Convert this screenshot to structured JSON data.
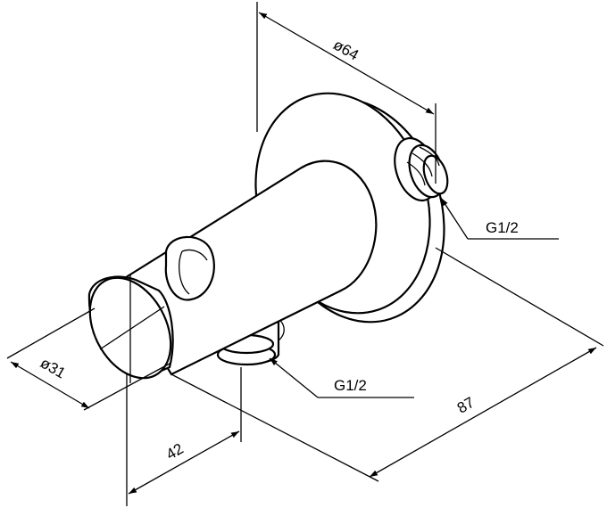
{
  "labels": {
    "flange_diameter": "ø64",
    "thread_top": "G1/2",
    "thread_bottom": "G1/2",
    "holder_diameter": "ø31",
    "depth_short": "42",
    "depth_total": "87"
  }
}
